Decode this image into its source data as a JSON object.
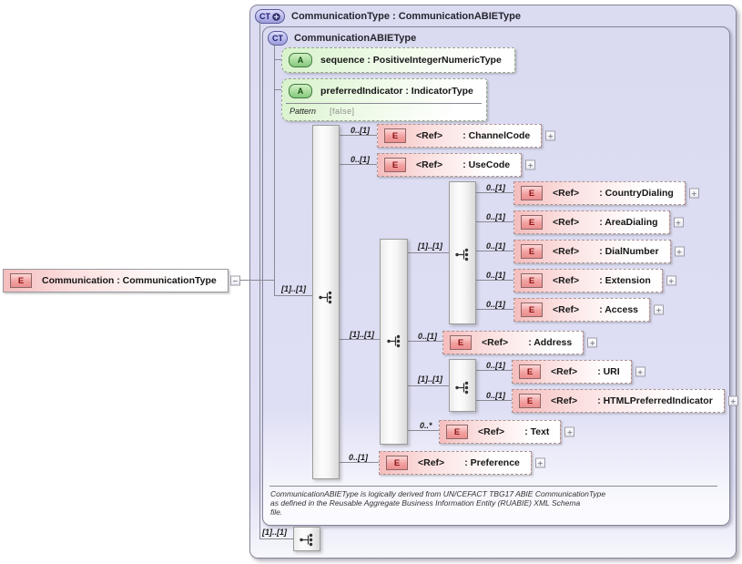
{
  "badges": {
    "element": "E",
    "attribute": "A",
    "complex_type": "CT"
  },
  "icons": {
    "expand": "+",
    "collapse": "−"
  },
  "root_element": {
    "label": "Communication : CommunicationType"
  },
  "outer_type": {
    "title": "CommunicationType : CommunicationABIEType",
    "content_cardinality": "[1]..[1]"
  },
  "inner_type": {
    "title": "CommunicationABIEType",
    "content_cardinality": "[1]..[1]"
  },
  "attributes": [
    {
      "label": "sequence : PositiveIntegerNumericType"
    },
    {
      "label": "preferredIndicator : IndicatorType",
      "facet_name": "Pattern",
      "facet_value": "[false]"
    }
  ],
  "groups": {
    "middle_sequence": {
      "cardinality": "[1]..[1]"
    },
    "phone_sequence": {
      "cardinality": "[1]..[1]"
    },
    "web_sequence": {
      "cardinality": "[1]..[1]"
    }
  },
  "elements": [
    {
      "ref": "<Ref>",
      "name": ": ChannelCode",
      "cardinality": "0..[1]"
    },
    {
      "ref": "<Ref>",
      "name": ": UseCode",
      "cardinality": "0..[1]"
    },
    {
      "ref": "<Ref>",
      "name": ": CountryDialing",
      "cardinality": "0..[1]"
    },
    {
      "ref": "<Ref>",
      "name": ": AreaDialing",
      "cardinality": "0..[1]"
    },
    {
      "ref": "<Ref>",
      "name": ": DialNumber",
      "cardinality": "0..[1]"
    },
    {
      "ref": "<Ref>",
      "name": ": Extension",
      "cardinality": "0..[1]"
    },
    {
      "ref": "<Ref>",
      "name": ": Access",
      "cardinality": "0..[1]"
    },
    {
      "ref": "<Ref>",
      "name": ": Address",
      "cardinality": "0..[1]"
    },
    {
      "ref": "<Ref>",
      "name": ": URI",
      "cardinality": "0..[1]"
    },
    {
      "ref": "<Ref>",
      "name": ": HTMLPreferredIndicator",
      "cardinality": "0..[1]"
    },
    {
      "ref": "<Ref>",
      "name": ": Text",
      "cardinality": "0..*"
    },
    {
      "ref": "<Ref>",
      "name": ": Preference",
      "cardinality": "0..[1]"
    }
  ],
  "footer_note_lines": [
    "CommunicationABIEType is logically derived from UN/CEFACT TBG17 ABIE CommunicationType",
    "as defined in the Reusable Aggregate Business Information Entity (RUABIE) XML Schema",
    "file."
  ]
}
